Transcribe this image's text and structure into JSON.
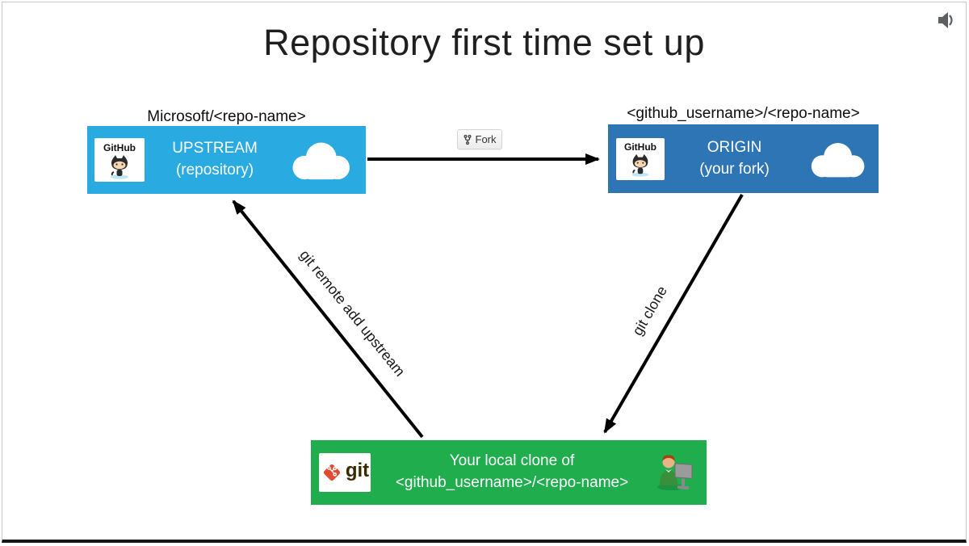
{
  "title": "Repository first time set up",
  "nodes": {
    "upstream": {
      "label_above": "Microsoft/<repo-name>",
      "line1": "UPSTREAM",
      "line2": "(repository)",
      "logo_text": "GitHub",
      "color": "#29ABE2"
    },
    "origin": {
      "label_above": "<github_username>/<repo-name>",
      "line1": "ORIGIN",
      "line2": "(your fork)",
      "logo_text": "GitHub",
      "color": "#2E75B6"
    },
    "local_clone": {
      "line1": "Your local clone of",
      "line2": "<github_username>/<repo-name>",
      "logo_text": "git",
      "color": "#1FAD4E"
    }
  },
  "edges": {
    "fork": {
      "button_label": "Fork",
      "from": "upstream",
      "to": "origin"
    },
    "git_clone": {
      "label": "git clone",
      "from": "origin",
      "to": "local_clone"
    },
    "remote_add": {
      "label": "git remote add upstream",
      "from": "local_clone",
      "to": "upstream"
    }
  },
  "icons": {
    "speaker": "speaker-icon",
    "fork": "fork-icon",
    "github_octocat": "github-octocat-logo",
    "git_logo": "git-diamond-logo",
    "cloud": "cloud-icon",
    "person": "person-at-computer-icon"
  },
  "colors": {
    "arrow": "#000000",
    "upstream_blue": "#29ABE2",
    "origin_blue": "#2E75B6",
    "local_green": "#1FAD4E",
    "slide_border": "#C9C9C9"
  }
}
